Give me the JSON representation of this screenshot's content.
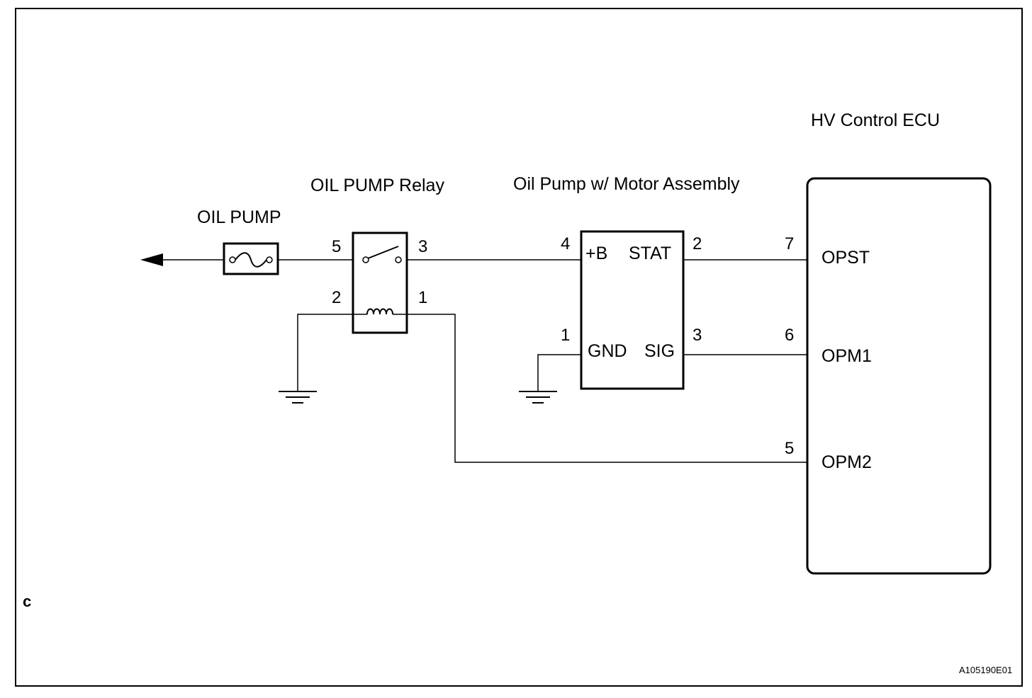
{
  "fuse": {
    "label": "OIL PUMP"
  },
  "relay": {
    "label": "OIL PUMP Relay",
    "pins": {
      "p5": "5",
      "p3": "3",
      "p2": "2",
      "p1": "1"
    }
  },
  "oil_pump": {
    "label": "Oil Pump w/ Motor Assembly",
    "terminals": {
      "b": "+B",
      "stat": "STAT",
      "gnd": "GND",
      "sig": "SIG"
    },
    "pins": {
      "p4": "4",
      "p2": "2",
      "p1": "1",
      "p3": "3"
    }
  },
  "ecu": {
    "label": "HV Control ECU",
    "terminals": {
      "opst": "OPST",
      "opm1": "OPM1",
      "opm2": "OPM2"
    },
    "pins": {
      "p7": "7",
      "p6": "6",
      "p5": "5"
    }
  },
  "corner_mark": "c",
  "figure_code": "A105190E01"
}
